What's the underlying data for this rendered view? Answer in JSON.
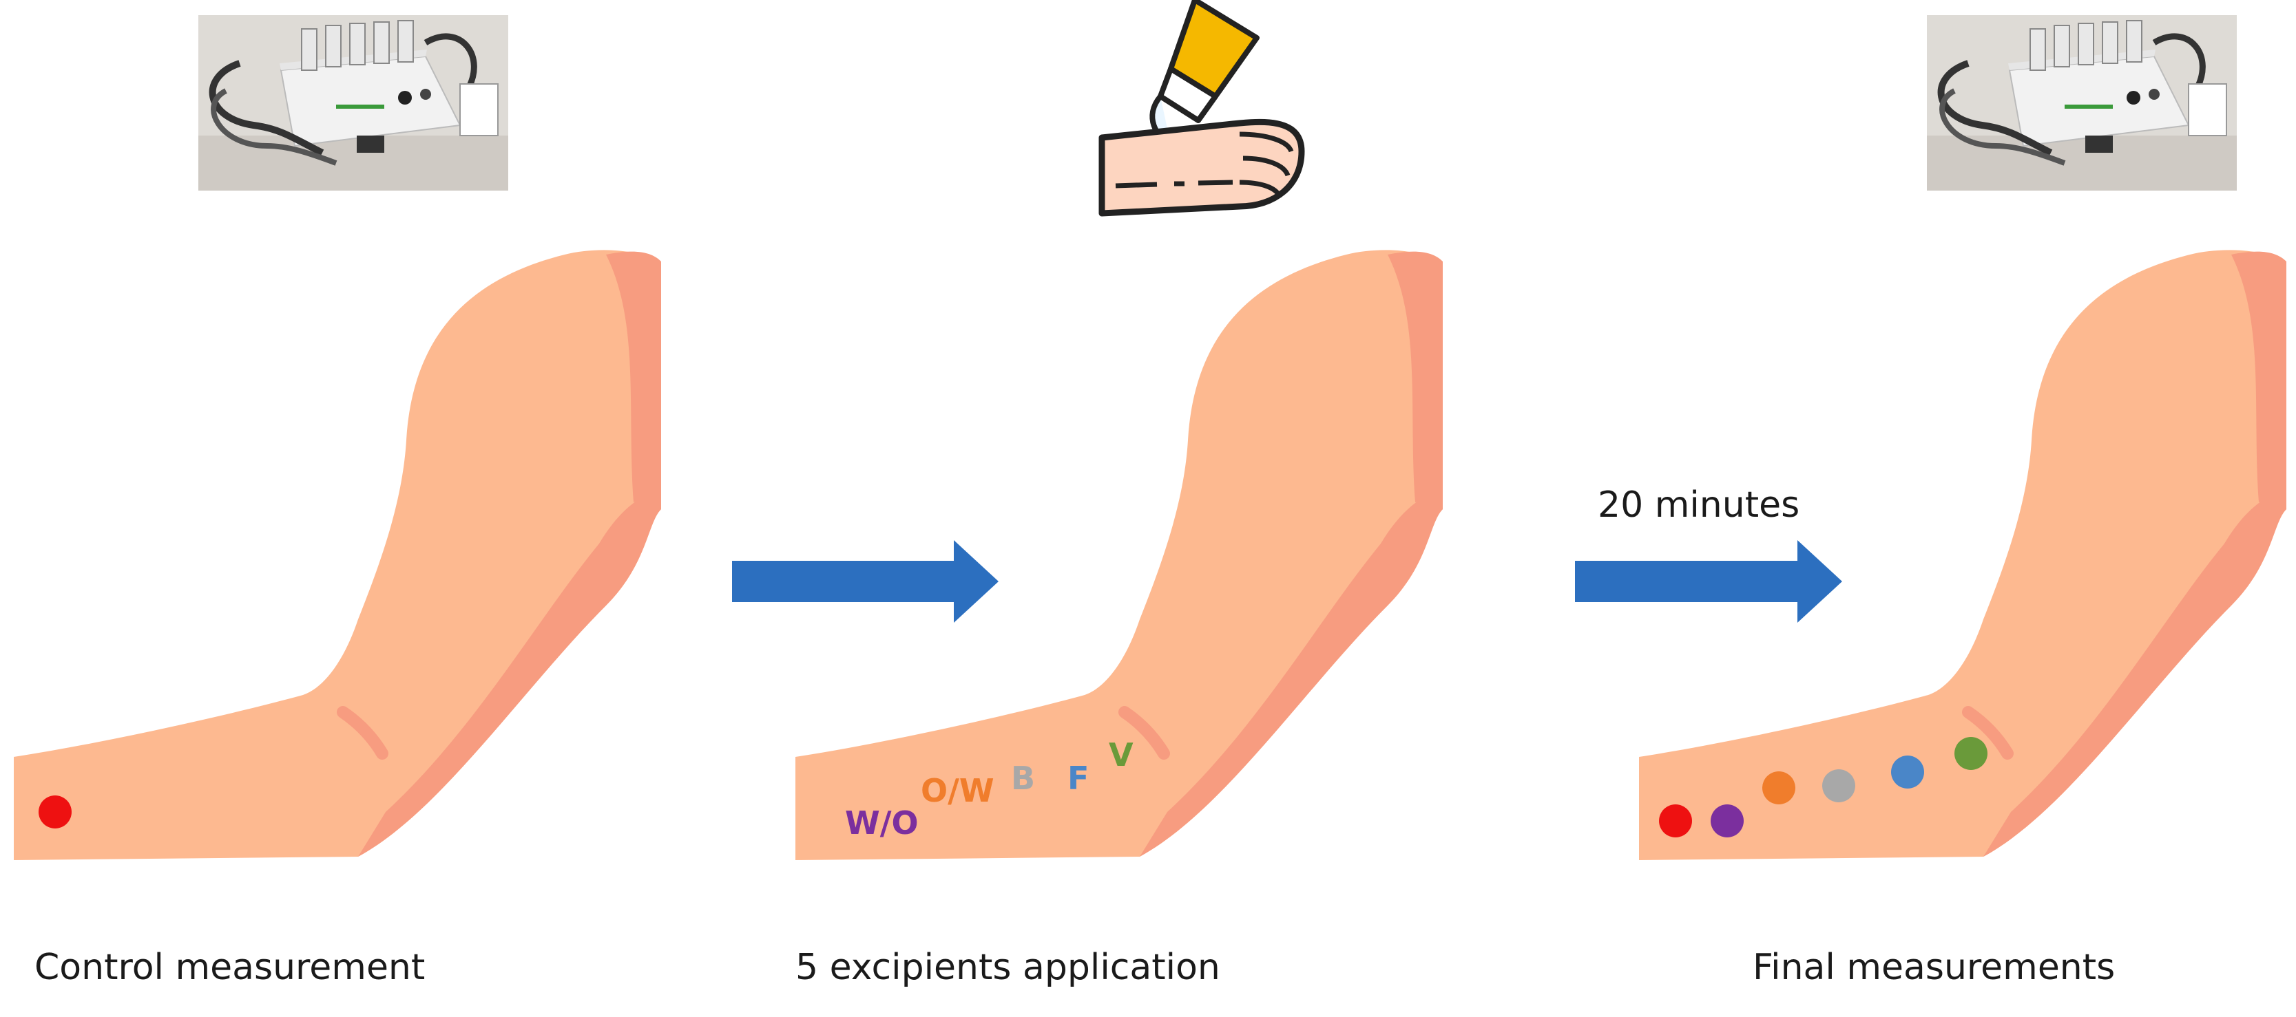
{
  "steps": [
    {
      "label": "Control measurement"
    },
    {
      "label": "5 excipients application"
    },
    {
      "label": "Final measurements"
    }
  ],
  "arrows": [
    {
      "caption": ""
    },
    {
      "caption": "20 minutes"
    }
  ],
  "excipients": [
    {
      "label": "W/O",
      "color": "#7b2f9e"
    },
    {
      "label": "O/W",
      "color": "#f07d2c"
    },
    {
      "label": "B",
      "color": "#a8a8a8"
    },
    {
      "label": "F",
      "color": "#4a86c8"
    },
    {
      "label": "V",
      "color": "#6a9a3a"
    }
  ],
  "control_spot_color": "#ee1111",
  "colors": {
    "skin": "#fdb990",
    "skin_shadow": "#f79c80",
    "arrow": "#2c6fbf"
  },
  "icons": [
    "measurement-device-icon",
    "cream-application-icon",
    "arm-icon"
  ]
}
